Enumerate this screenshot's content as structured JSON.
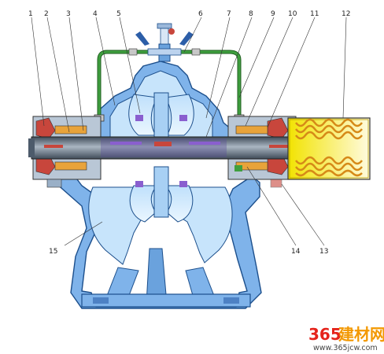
{
  "callouts": [
    {
      "id": "1",
      "label": "1"
    },
    {
      "id": "2",
      "label": "2"
    },
    {
      "id": "3",
      "label": "3"
    },
    {
      "id": "4",
      "label": "4"
    },
    {
      "id": "5",
      "label": "5"
    },
    {
      "id": "6",
      "label": "6"
    },
    {
      "id": "7",
      "label": "7"
    },
    {
      "id": "8",
      "label": "8"
    },
    {
      "id": "9",
      "label": "9"
    },
    {
      "id": "10",
      "label": "10"
    },
    {
      "id": "11",
      "label": "11"
    },
    {
      "id": "12",
      "label": "12"
    },
    {
      "id": "13",
      "label": "13"
    },
    {
      "id": "14",
      "label": "14"
    },
    {
      "id": "15",
      "label": "15"
    }
  ],
  "watermark": {
    "number": "365",
    "brand": "建材网",
    "url": "www.365jcw.com"
  },
  "colors": {
    "casing": "#7fb3ea",
    "casing_light": "#c7e4fb",
    "casing_outline": "#1c4f8c",
    "shaft": "#6c7b8a",
    "rotor_purple": "#8a5fcf",
    "pipe_green": "#3f9f3f",
    "valve_blue": "#2c5ea8",
    "motor_yellow": "#f2e300",
    "motor_coil": "#d68a18",
    "seal_red": "#c8463c",
    "watermark_red": "#e5231b",
    "watermark_orange": "#f39800"
  }
}
